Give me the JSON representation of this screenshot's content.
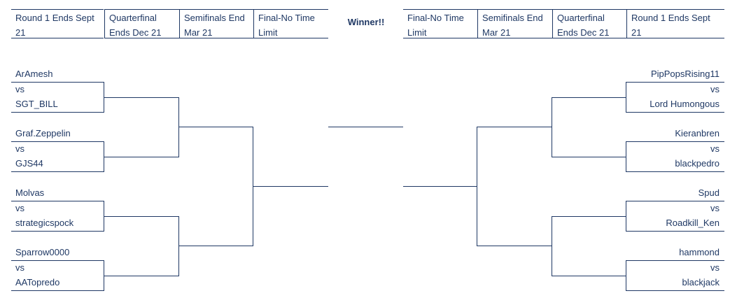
{
  "headers": {
    "left": [
      "Round 1 Ends Sept 21",
      "Quarterfinal Ends Dec 21",
      "Semifinals End Mar 21",
      "Final-No Time Limit"
    ],
    "right": [
      "Final-No Time Limit",
      "Semifinals End Mar 21",
      "Quarterfinal Ends Dec 21",
      "Round 1 Ends Sept 21"
    ],
    "winner": "Winner!!"
  },
  "vs_label": "vs",
  "left_matches": [
    {
      "player1": "ArAmesh",
      "player2": "SGT_BILL"
    },
    {
      "player1": "Graf.Zeppelin",
      "player2": "GJS44"
    },
    {
      "player1": "Molvas",
      "player2": "strategicspock"
    },
    {
      "player1": "Sparrow0000",
      "player2": "AATopredo"
    }
  ],
  "right_matches": [
    {
      "player1": "PipPopsRising11",
      "player2": "Lord Humongous"
    },
    {
      "player1": "Kieranbren",
      "player2": "blackpedro"
    },
    {
      "player1": "Spud",
      "player2": "Roadkill_Ken"
    },
    {
      "player1": "hammond",
      "player2": "blackjack"
    }
  ]
}
